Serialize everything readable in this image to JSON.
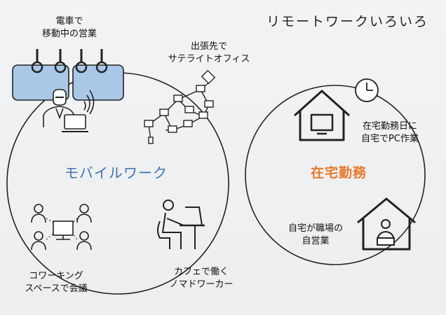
{
  "title": "リモートワークいろいろ",
  "zones": {
    "mobile": "モバイルワーク",
    "home": "在宅勤務"
  },
  "labels": {
    "train_line1": "電車で",
    "train_line2": "移動中の営業",
    "satellite_line1": "出張先で",
    "satellite_line2": "サテライトオフィス",
    "coworking_line1": "コワーキング",
    "coworking_line2": "スペースで会議",
    "cafe_line1": "カフェで働く",
    "cafe_line2": "ノマドワーカー",
    "homeday_line1": "在宅勤務日に",
    "homeday_line2": "自宅でPC作業",
    "homeoffice_line1": "自宅が職場の",
    "homeoffice_line2": "自営業"
  },
  "colors": {
    "mobile_text": "#3f73b4",
    "home_text": "#e87a2a",
    "train_window": "#a9c8e8",
    "line": "#222222"
  },
  "icons": [
    "train-window-icon",
    "commuter-with-laptop-icon",
    "network-office-icon",
    "meeting-table-icon",
    "cafe-worker-icon",
    "clock-icon",
    "house-with-tv-icon",
    "house-with-person-icon"
  ]
}
